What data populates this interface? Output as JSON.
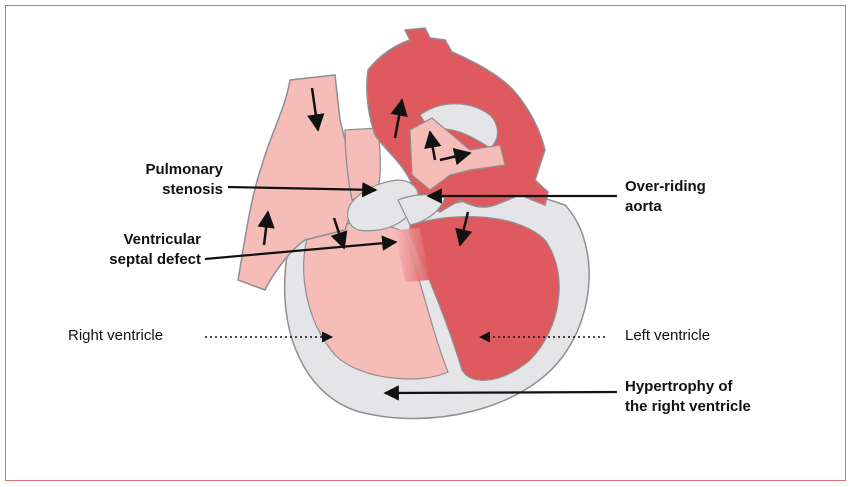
{
  "labels": {
    "pulmonary_stenosis": [
      "Pulmonary",
      "stenosis"
    ],
    "vsd": [
      "Ventricular",
      "septal defect"
    ],
    "overriding_aorta": [
      "Over-riding",
      "aorta"
    ],
    "right_ventricle": "Right ventricle",
    "left_ventricle": "Left ventricle",
    "hypertrophy": [
      "Hypertrophy of",
      "the right ventricle"
    ]
  },
  "colors": {
    "frame": "#d9707a",
    "deoxygenated": "#f5bcb8",
    "oxygenated": "#de5a5e",
    "wall": "#e5e5e7",
    "wall_outline": "#8f8f93",
    "arrow": "#111111"
  }
}
